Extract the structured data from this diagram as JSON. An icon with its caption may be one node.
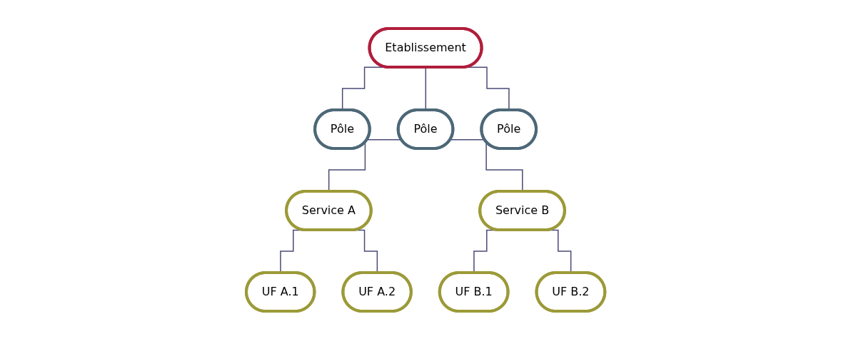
{
  "diagram": {
    "nodes": [
      {
        "text": [
          "Etablissement"
        ]
      },
      {
        "text": [
          "Pôle"
        ]
      },
      {
        "text": [
          "Pôle"
        ]
      },
      {
        "text": [
          "Pôle"
        ]
      },
      {
        "text": [
          "Service A"
        ]
      },
      {
        "text": [
          "Service B"
        ]
      },
      {
        "text": [
          "UF A.1"
        ]
      },
      {
        "text": [
          "UF A.2"
        ]
      },
      {
        "text": [
          "UF B.1"
        ]
      },
      {
        "text": [
          "UF B.2"
        ]
      }
    ],
    "edges": [
      {
        "from": 0,
        "to": 1,
        "arrow": "none"
      },
      {
        "from": 0,
        "to": 2,
        "arrow": "none"
      },
      {
        "from": 0,
        "to": 3,
        "arrow": "none"
      },
      {
        "from": 2,
        "to": 4,
        "arrow": "none"
      },
      {
        "from": 2,
        "to": 5,
        "arrow": "none"
      },
      {
        "from": 4,
        "to": 6,
        "arrow": "none"
      },
      {
        "from": 4,
        "to": 7,
        "arrow": "none"
      },
      {
        "from": 5,
        "to": 8,
        "arrow": "none"
      },
      {
        "from": 5,
        "to": 9,
        "arrow": "none"
      }
    ]
  }
}
